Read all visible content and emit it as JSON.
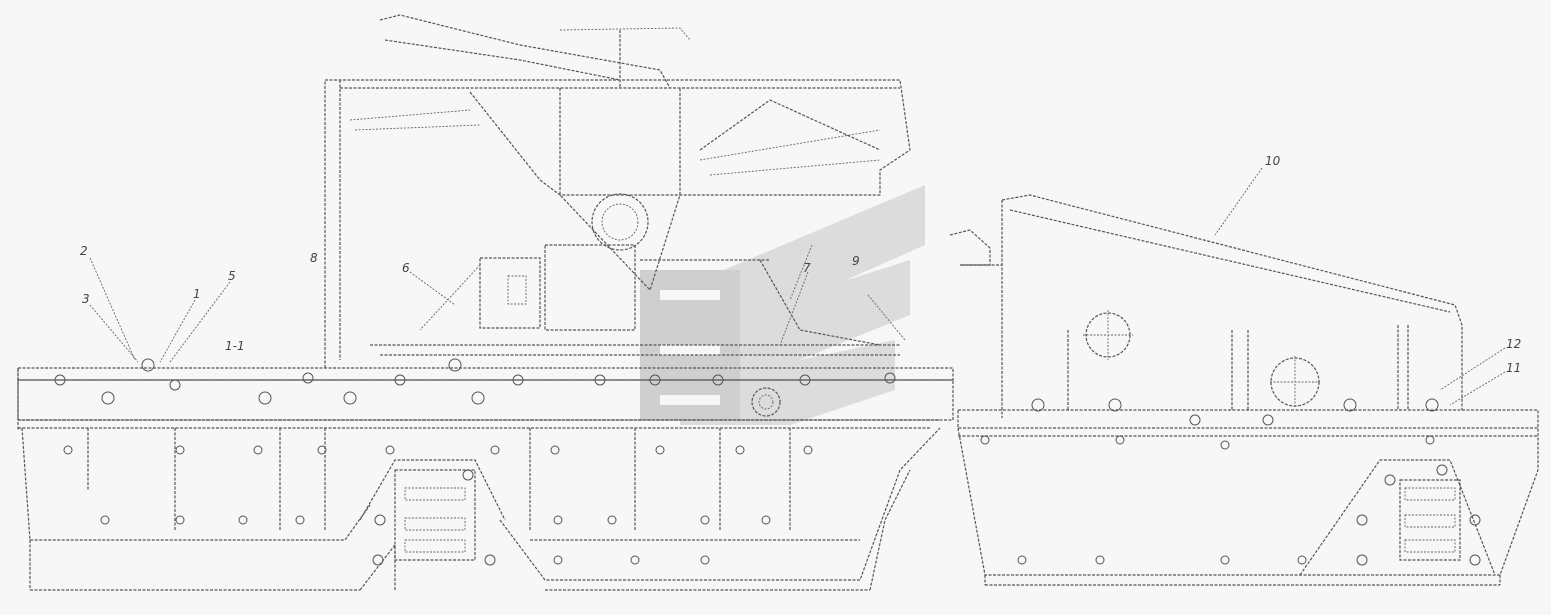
{
  "diagram": {
    "callouts": [
      {
        "id": "callout-2",
        "label": "2"
      },
      {
        "id": "callout-3",
        "label": "3"
      },
      {
        "id": "callout-1",
        "label": "1"
      },
      {
        "id": "callout-1-1",
        "label": "1-1"
      },
      {
        "id": "callout-5",
        "label": "5"
      },
      {
        "id": "callout-6",
        "label": "6"
      },
      {
        "id": "callout-8",
        "label": "8"
      },
      {
        "id": "callout-7",
        "label": "7"
      },
      {
        "id": "callout-9",
        "label": "9"
      },
      {
        "id": "callout-10",
        "label": "10"
      },
      {
        "id": "callout-12",
        "label": "12"
      },
      {
        "id": "callout-11",
        "label": "11"
      }
    ],
    "watermark": {
      "brand_shape": "chevron-logo"
    }
  }
}
